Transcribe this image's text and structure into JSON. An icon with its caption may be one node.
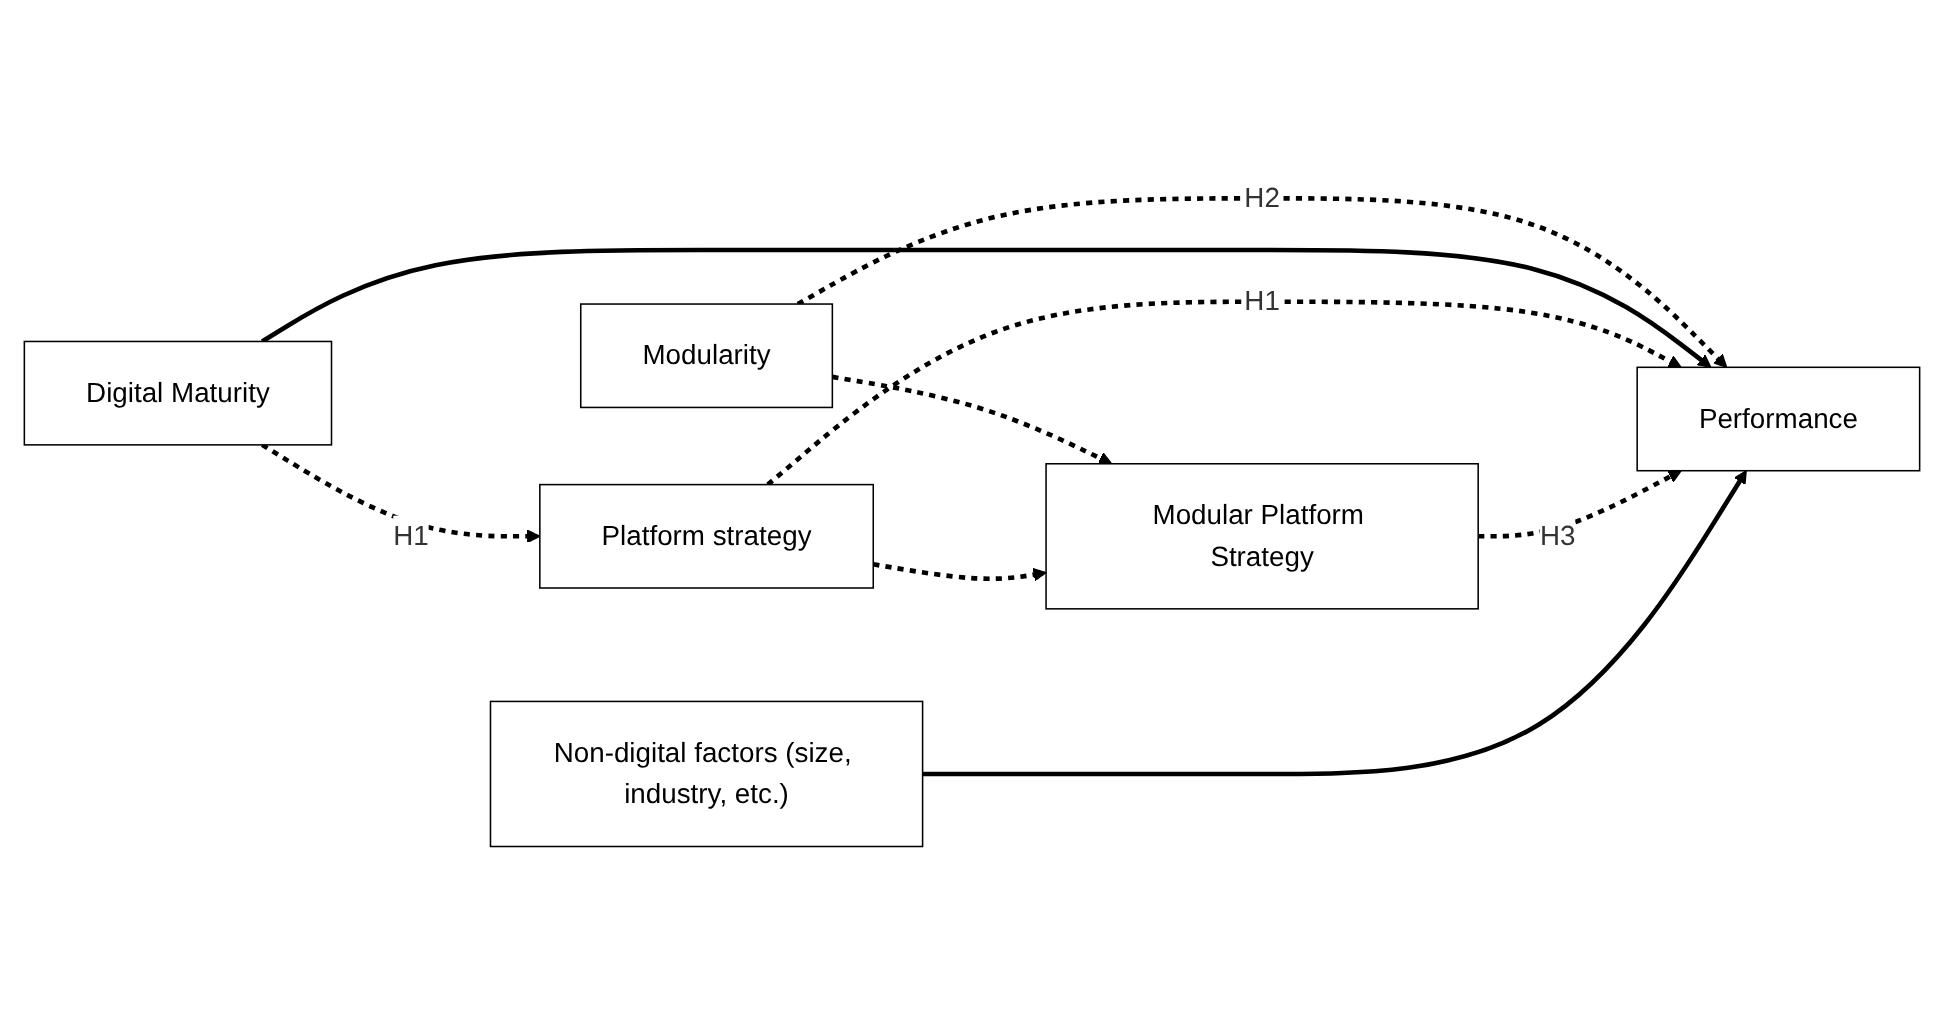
{
  "diagram": {
    "nodes": [
      {
        "text": [
          "Modularity"
        ]
      },
      {
        "text": [
          "Digital Maturity"
        ]
      },
      {
        "text": [
          "Performance"
        ]
      },
      {
        "text": [
          "Non-digital factors (size, industry, etc.)"
        ]
      },
      {
        "text": [
          "Platform strategy"
        ]
      },
      {
        "text": [
          "Modular Platform Strategy"
        ]
      }
    ],
    "edges": [
      {
        "from": 0,
        "to": 2,
        "arrow": "to",
        "style": "dashed",
        "label": "H2"
      },
      {
        "from": 0,
        "to": 5,
        "arrow": "to",
        "style": "dashed"
      },
      {
        "from": 1,
        "to": 2,
        "arrow": "to"
      },
      {
        "from": 1,
        "to": 4,
        "arrow": "to",
        "style": "dashed",
        "label": "H1"
      },
      {
        "from": 4,
        "to": 2,
        "arrow": "to",
        "style": "dashed",
        "label": "H1"
      },
      {
        "from": 4,
        "to": 5,
        "arrow": "to",
        "style": "dashed"
      },
      {
        "from": 5,
        "to": 2,
        "arrow": "to",
        "style": "dashed",
        "label": "H3"
      },
      {
        "from": 3,
        "to": 2,
        "arrow": "to"
      }
    ]
  }
}
